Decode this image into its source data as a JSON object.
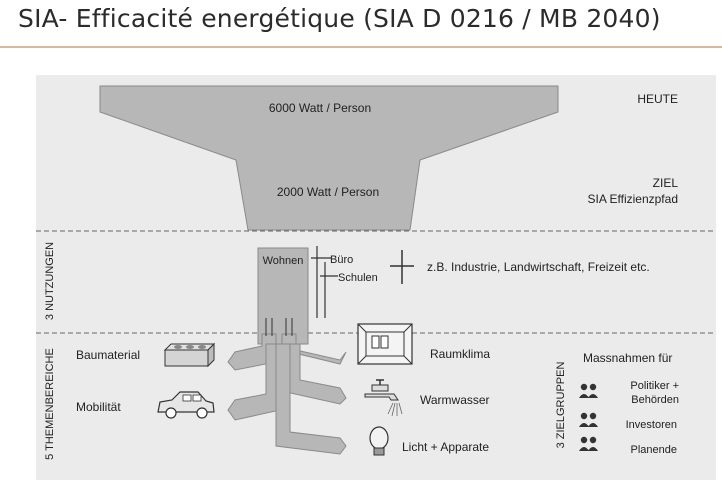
{
  "header": {
    "title": "SIA- Efficacité energétique (SIA D 0216 / MB 2040)"
  },
  "diagram": {
    "funnel": {
      "top_value": "6000 Watt / Person",
      "bottom_value": "2000 Watt / Person"
    },
    "right_labels": {
      "heute": "HEUTE",
      "ziel": "ZIEL",
      "effizienzpfad": "SIA Effizienzpfad"
    },
    "bands": {
      "nutzungen": "3 NUTZUNGEN",
      "themenbereiche": "5 THEMENBEREICHE",
      "zielgruppen": "3 ZIELGRUPPEN"
    },
    "nutzungen": {
      "wohnen": "Wohnen",
      "buero": "Büro",
      "schulen": "Schulen",
      "other": "z.B. Industrie, Landwirtschaft, Freizeit etc."
    },
    "themen": {
      "baumaterial": "Baumaterial",
      "mobilitaet": "Mobilität",
      "raumklima": "Raumklima",
      "warmwasser": "Warmwasser",
      "licht": "Licht + Apparate"
    },
    "zielgruppen": {
      "heading": "Massnahmen für",
      "politiker_1": "Politiker +",
      "politiker_2": "Behörden",
      "investoren": "Investoren",
      "planende": "Planende"
    },
    "colors": {
      "shape_fill": "#b7b7b7",
      "panel_bg": "#ebebeb",
      "title_rule": "#d8b89a"
    }
  }
}
